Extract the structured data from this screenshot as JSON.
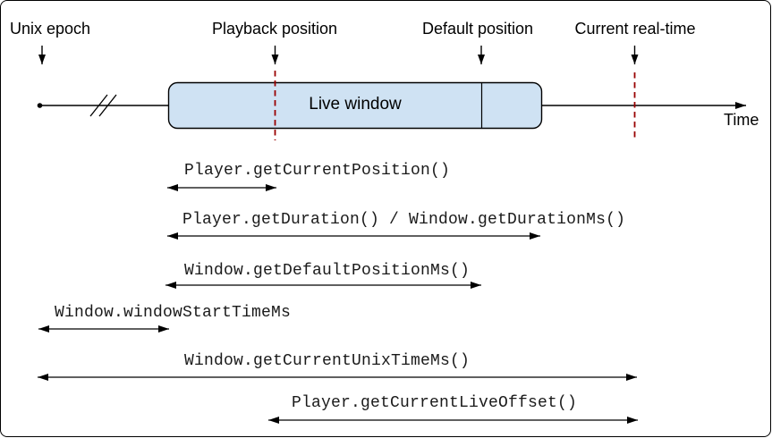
{
  "timeline": {
    "markers": [
      {
        "label": "Unix epoch"
      },
      {
        "label": "Playback position"
      },
      {
        "label": "Default position"
      },
      {
        "label": "Current real-time"
      }
    ],
    "axis_label": "Time",
    "live_window_label": "Live window"
  },
  "annotations": [
    {
      "label": "Player.getCurrentPosition()",
      "from": "live window start",
      "to": "playback position"
    },
    {
      "label": "Player.getDuration() / Window.getDurationMs()",
      "from": "live window start",
      "to": "live window end"
    },
    {
      "label": "Window.getDefaultPositionMs()",
      "from": "live window start",
      "to": "default position"
    },
    {
      "label": "Window.windowStartTimeMs",
      "from": "unix epoch",
      "to": "live window start"
    },
    {
      "label": "Window.getCurrentUnixTimeMs()",
      "from": "unix epoch",
      "to": "current real-time"
    },
    {
      "label": "Player.getCurrentLiveOffset()",
      "from": "playback position",
      "to": "current real-time"
    }
  ],
  "colors": {
    "live_window_fill": "#cfe2f3",
    "outline": "#000000",
    "position_marker_dashed": "#990000"
  }
}
